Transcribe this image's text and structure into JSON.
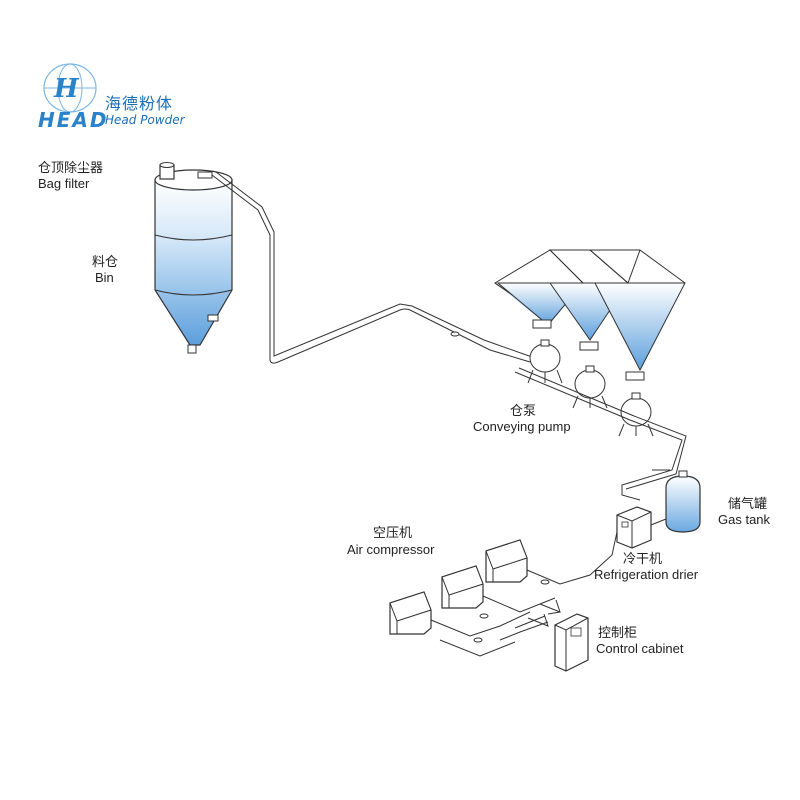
{
  "logo": {
    "cn": "海德粉体",
    "head": "HEAD",
    "en": "Head Powder",
    "mark": "H"
  },
  "labels": {
    "bag_filter_cn": "仓顶除尘器",
    "bag_filter_en": "Bag filter",
    "bin_cn": "料仓",
    "bin_en": "Bin",
    "pump_cn": "仓泵",
    "pump_en": "Conveying pump",
    "gas_tank_cn": "储气罐",
    "gas_tank_en": "Gas tank",
    "air_comp_cn": "空压机",
    "air_comp_en": "Air compressor",
    "drier_cn": "冷干机",
    "drier_en": "Refrigeration drier",
    "cabinet_cn": "控制柜",
    "cabinet_en": "Control cabinet"
  },
  "colors": {
    "accent": "#2a82c9",
    "fill_blue": "#7fb6e6",
    "line": "#333333"
  }
}
